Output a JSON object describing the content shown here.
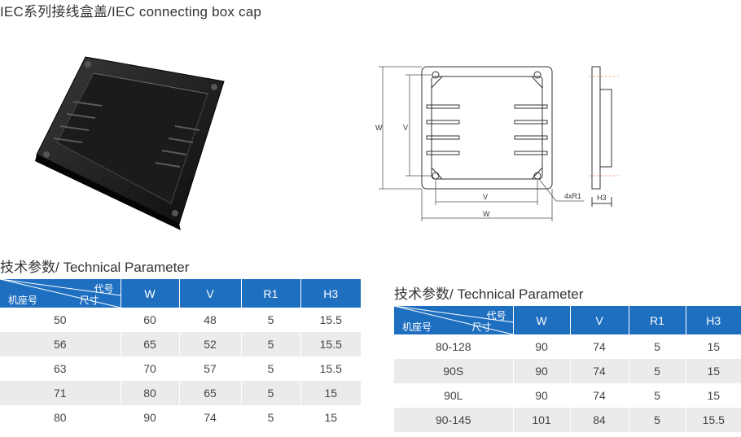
{
  "page": {
    "title": "IEC系列接线盒盖/IEC connecting box cap"
  },
  "drawing": {
    "labels": {
      "w_left": "W",
      "v_left": "V",
      "v_bottom": "V",
      "w_bottom": "W",
      "radius": "4xR1",
      "h3": "H3"
    }
  },
  "table1": {
    "section_title": "技术参数/ Technical Parameter",
    "corner": {
      "top": "代号",
      "sub": "尺寸",
      "bottom": "机座号"
    },
    "headers": [
      "W",
      "V",
      "R1",
      "H3"
    ],
    "rows": [
      [
        "50",
        "60",
        "48",
        "5",
        "15.5"
      ],
      [
        "56",
        "65",
        "52",
        "5",
        "15.5"
      ],
      [
        "63",
        "70",
        "57",
        "5",
        "15.5"
      ],
      [
        "71",
        "80",
        "65",
        "5",
        "15"
      ],
      [
        "80",
        "90",
        "74",
        "5",
        "15"
      ]
    ]
  },
  "table2": {
    "section_title": "技术参数/ Technical Parameter",
    "corner": {
      "top": "代号",
      "sub": "尺寸",
      "bottom": "机座号"
    },
    "headers": [
      "W",
      "V",
      "R1",
      "H3"
    ],
    "rows": [
      [
        "80-128",
        "90",
        "74",
        "5",
        "15"
      ],
      [
        "90S",
        "90",
        "74",
        "5",
        "15"
      ],
      [
        "90L",
        "90",
        "74",
        "5",
        "15"
      ],
      [
        "90-145",
        "101",
        "84",
        "5",
        "15.5"
      ]
    ]
  },
  "colors": {
    "header_blue": "#1f6fc0",
    "row_gray": "#ebebeb"
  }
}
